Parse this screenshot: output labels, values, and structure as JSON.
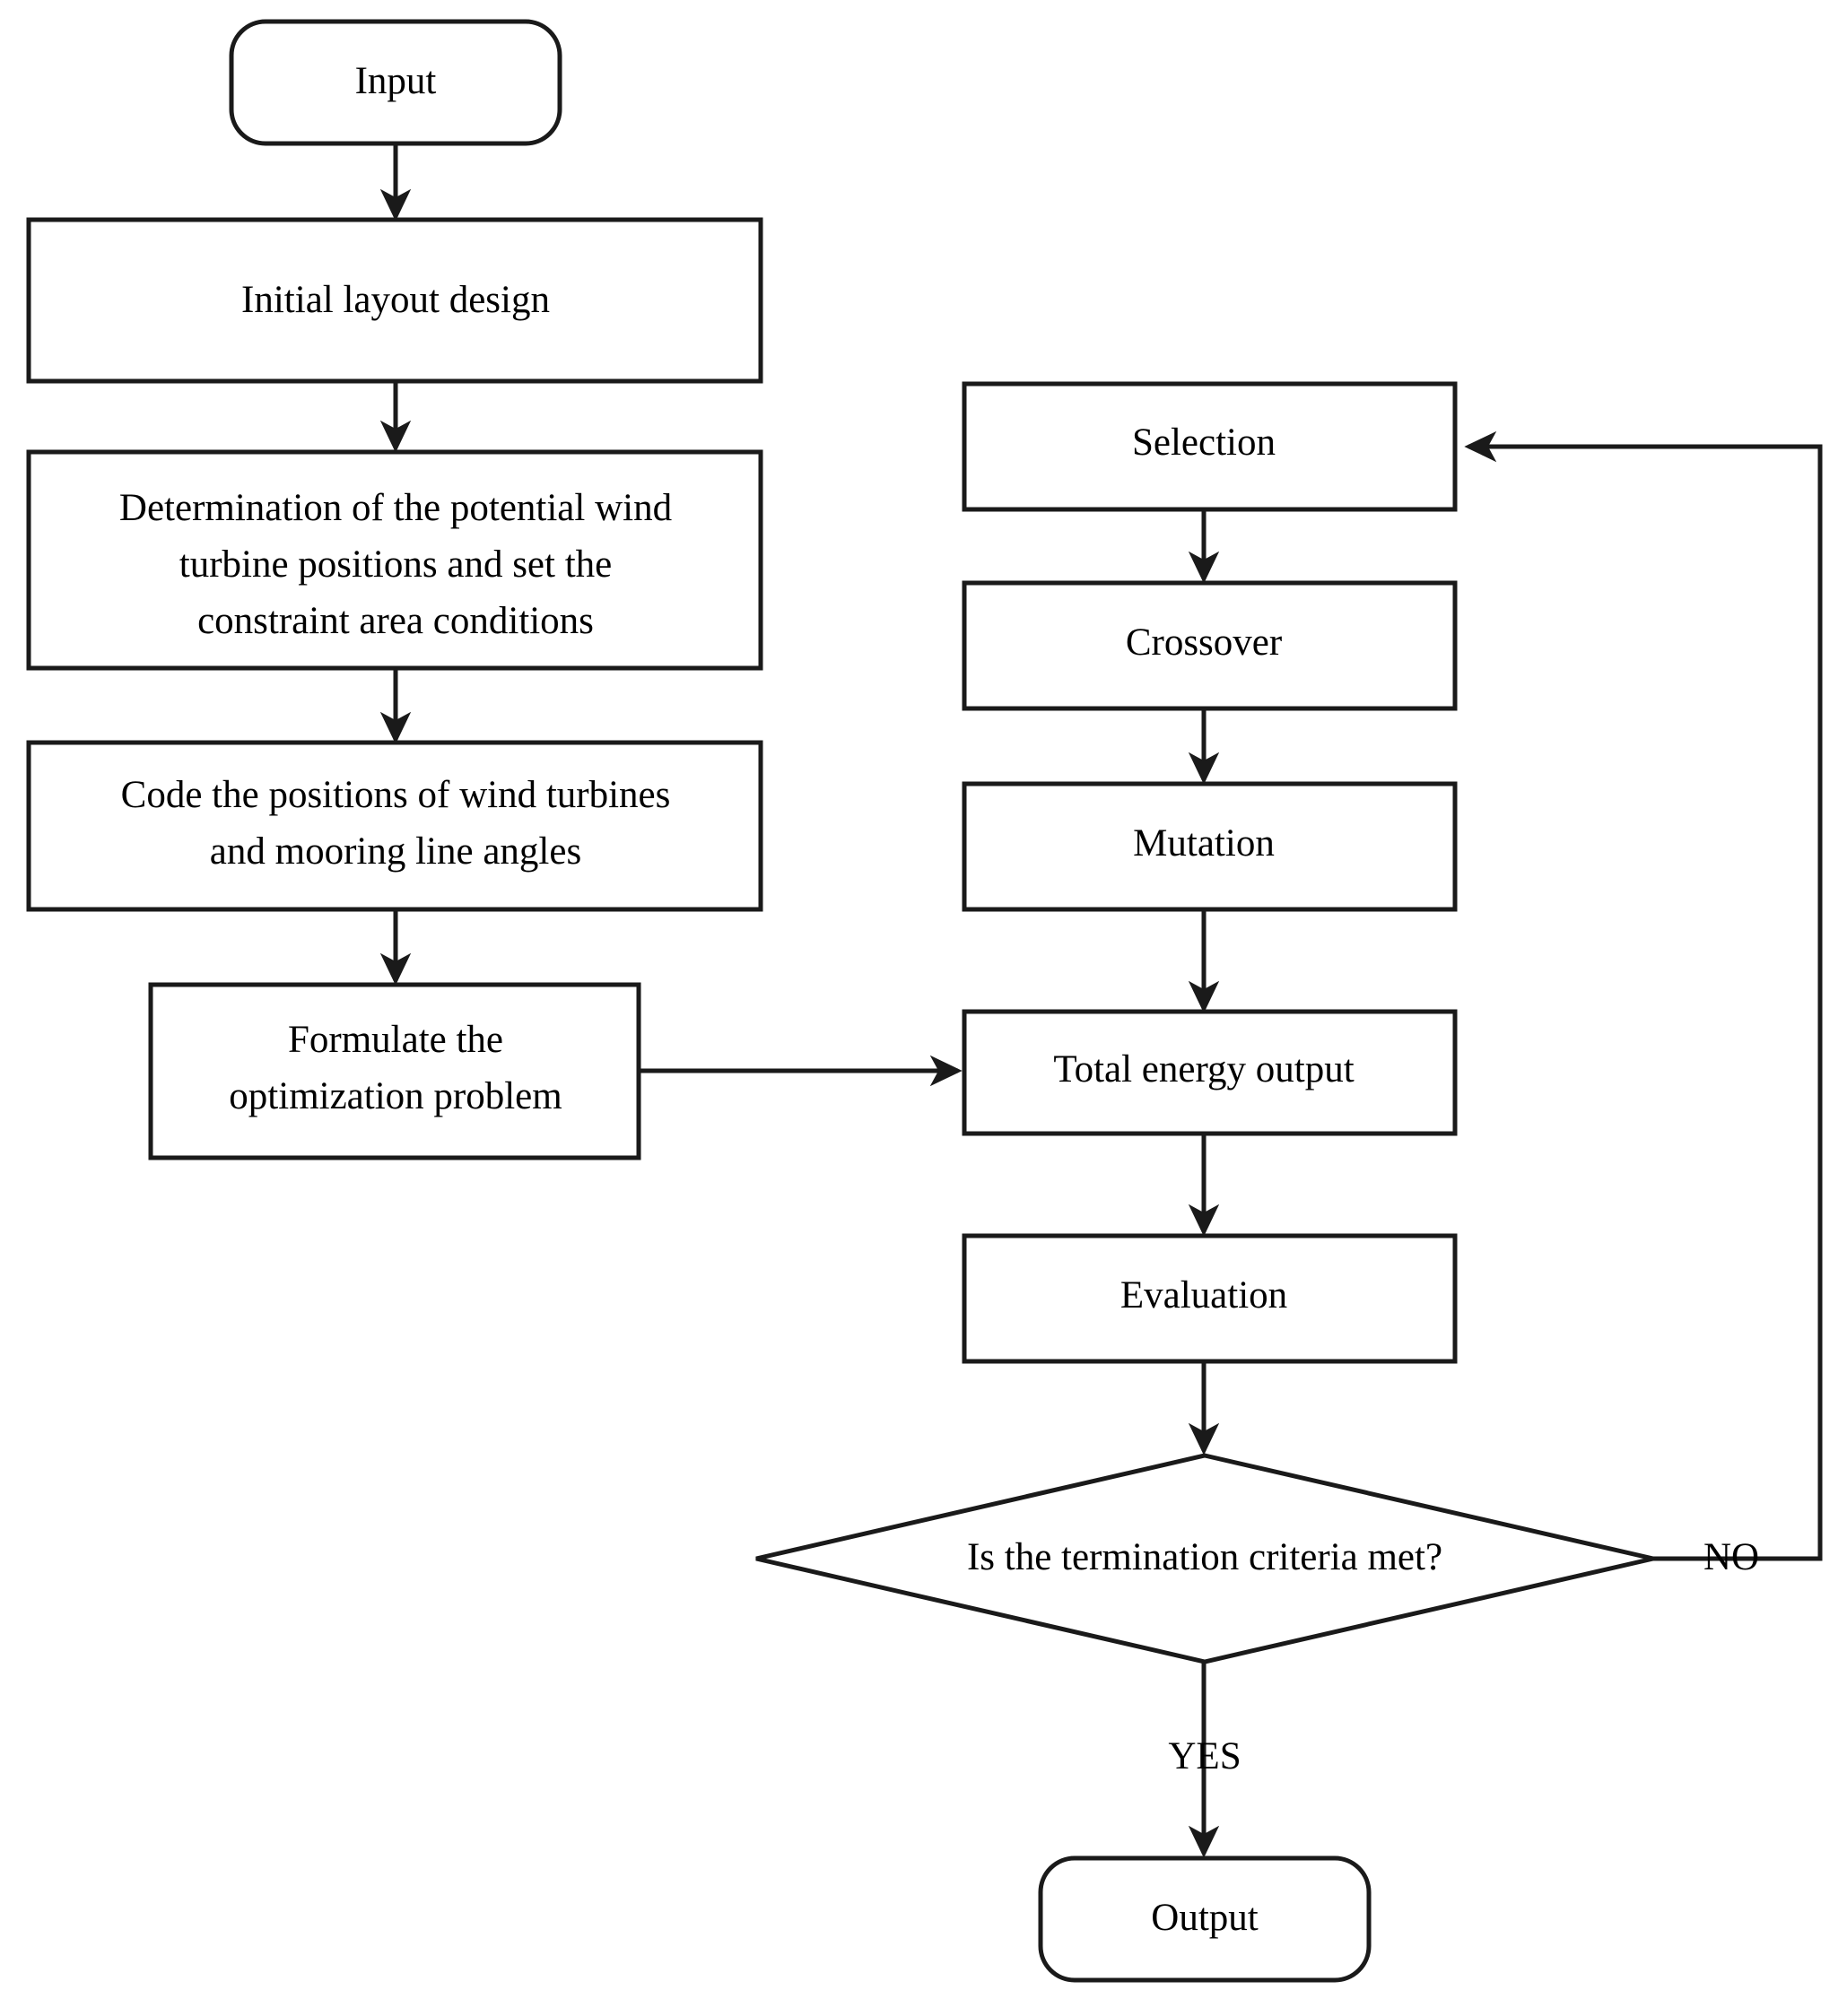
{
  "diagram": {
    "type": "flowchart",
    "title": "Wind farm layout optimization genetic algorithm flowchart",
    "colors": {
      "background": "#ffffff",
      "stroke": "#1a1a1a",
      "text": "#000000",
      "fill": "#ffffff"
    },
    "nodes": [
      {
        "id": "input",
        "shape": "rounded-rectangle",
        "lines": [
          "Input"
        ]
      },
      {
        "id": "initial",
        "shape": "rectangle",
        "lines": [
          "Initial layout design"
        ]
      },
      {
        "id": "determine",
        "shape": "rectangle",
        "lines": [
          "Determination of the potential wind",
          "turbine positions and set the",
          "constraint area conditions"
        ]
      },
      {
        "id": "code",
        "shape": "rectangle",
        "lines": [
          "Code the positions of wind turbines",
          "and mooring line angles"
        ]
      },
      {
        "id": "formulate",
        "shape": "rectangle",
        "lines": [
          "Formulate the",
          "optimization problem"
        ]
      },
      {
        "id": "selection",
        "shape": "rectangle",
        "lines": [
          "Selection"
        ]
      },
      {
        "id": "crossover",
        "shape": "rectangle",
        "lines": [
          "Crossover"
        ]
      },
      {
        "id": "mutation",
        "shape": "rectangle",
        "lines": [
          "Mutation"
        ]
      },
      {
        "id": "total_energy",
        "shape": "rectangle",
        "lines": [
          "Total energy output"
        ]
      },
      {
        "id": "evaluation",
        "shape": "rectangle",
        "lines": [
          "Evaluation"
        ]
      },
      {
        "id": "decision",
        "shape": "diamond",
        "lines": [
          "Is the termination criteria met?"
        ]
      },
      {
        "id": "output",
        "shape": "rounded-rectangle",
        "lines": [
          "Output"
        ]
      }
    ],
    "edge_labels": {
      "no": "NO",
      "yes": "YES"
    },
    "edges": [
      {
        "from": "input",
        "to": "initial",
        "label": ""
      },
      {
        "from": "initial",
        "to": "determine",
        "label": ""
      },
      {
        "from": "determine",
        "to": "code",
        "label": ""
      },
      {
        "from": "code",
        "to": "formulate",
        "label": ""
      },
      {
        "from": "formulate",
        "to": "total_energy",
        "label": ""
      },
      {
        "from": "selection",
        "to": "crossover",
        "label": ""
      },
      {
        "from": "crossover",
        "to": "mutation",
        "label": ""
      },
      {
        "from": "mutation",
        "to": "total_energy",
        "label": ""
      },
      {
        "from": "total_energy",
        "to": "evaluation",
        "label": ""
      },
      {
        "from": "evaluation",
        "to": "decision",
        "label": ""
      },
      {
        "from": "decision",
        "to": "selection",
        "label": "NO"
      },
      {
        "from": "decision",
        "to": "output",
        "label": "YES"
      }
    ]
  }
}
